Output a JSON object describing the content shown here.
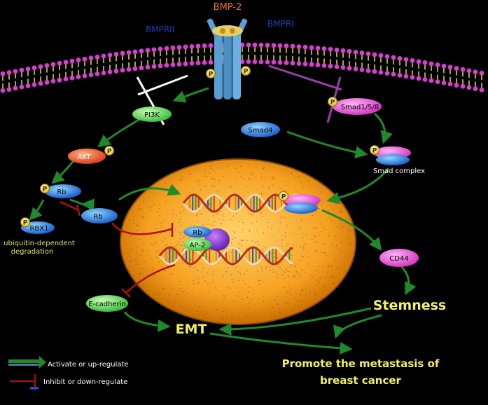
{
  "ligand": "BMP-2",
  "receptors": {
    "left": "BMPRII",
    "right": "BMPRI"
  },
  "phospho_mark": "P",
  "proteins": {
    "pi3k": "PI3K",
    "akt": "AKT",
    "rb": "Rb",
    "rbx1": "RBX1",
    "smad4": "Smad4",
    "smad158": "Smad1/5/8",
    "smad_complex": "Smad complex",
    "ap2": "AP-2",
    "cd44": "CD44",
    "ecadherin": "E-cadherin"
  },
  "texts": {
    "degradation_line1": "ubiquitin-dependent",
    "degradation_line2": "degradation",
    "stemness": "Stemness",
    "emt": "EMT",
    "outcome_line1": "Promote the metastasis of",
    "outcome_line2": "breast cancer"
  },
  "legend": {
    "activate": "Activate or up-regulate",
    "inhibit": "Inhibit or down-regulate"
  },
  "colors": {
    "activate_arrow": "#1f8a2a",
    "inhibit_line": "#b01010",
    "membrane_head": "#d63fd0",
    "membrane_tail": "#e8e040",
    "receptor": "#5a9fd4",
    "ligand_label": "#f07820",
    "receptor_label": "#1a3fbf",
    "nucleus": "#f5a020",
    "highlight_text": "#f5f060"
  }
}
